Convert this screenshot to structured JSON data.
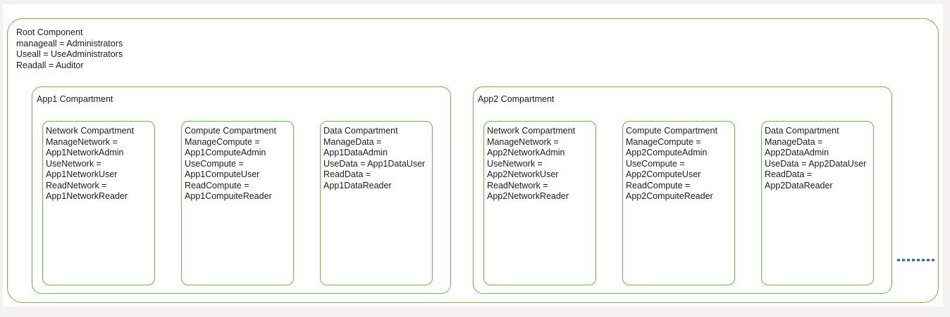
{
  "root": {
    "title": "Root Component",
    "lines": [
      "manageall = Administrators",
      "Useall = UseAdministrators",
      "Readall = Auditor"
    ]
  },
  "apps": [
    {
      "title": "App1 Compartment",
      "compartments": [
        {
          "title": "Network Compartment",
          "lines": [
            "ManageNetwork =",
            "App1NetworkAdmin",
            "UseNetwork =",
            "App1NetworkUser",
            "ReadNetwork =",
            "App1NetworkReader"
          ]
        },
        {
          "title": "Compute Compartment",
          "lines": [
            "ManageCompute =",
            "App1ComputeAdmin",
            "UseCompute =",
            "App1ComputeUser",
            "ReadCompute =",
            "App1CompuiteReader"
          ]
        },
        {
          "title": "Data Compartment",
          "lines": [
            "ManageData =",
            "App1DataAdmin",
            "UseData = App1DataUser",
            "ReadData =",
            "App1DataReader"
          ]
        }
      ]
    },
    {
      "title": "App2 Compartment",
      "compartments": [
        {
          "title": "Network Compartment",
          "lines": [
            "ManageNetwork =",
            "App2NetworkAdmin",
            "UseNetwork =",
            "App2NetworkUser",
            "ReadNetwork =",
            "App2NetworkReader"
          ]
        },
        {
          "title": "Compute Compartment",
          "lines": [
            "ManageCompute =",
            "App2ComputeAdmin",
            "UseCompute =",
            "App2ComputeUser",
            "ReadCompute =",
            "App2CompuiteReader"
          ]
        },
        {
          "title": "Data Compartment",
          "lines": [
            "ManageData =",
            "App2DataAdmin",
            "UseData = App2DataUser",
            "ReadData =",
            "App2DataReader"
          ]
        }
      ]
    }
  ],
  "colors": {
    "border": "#6bb54a",
    "ellipsis": "#1f5b86"
  }
}
